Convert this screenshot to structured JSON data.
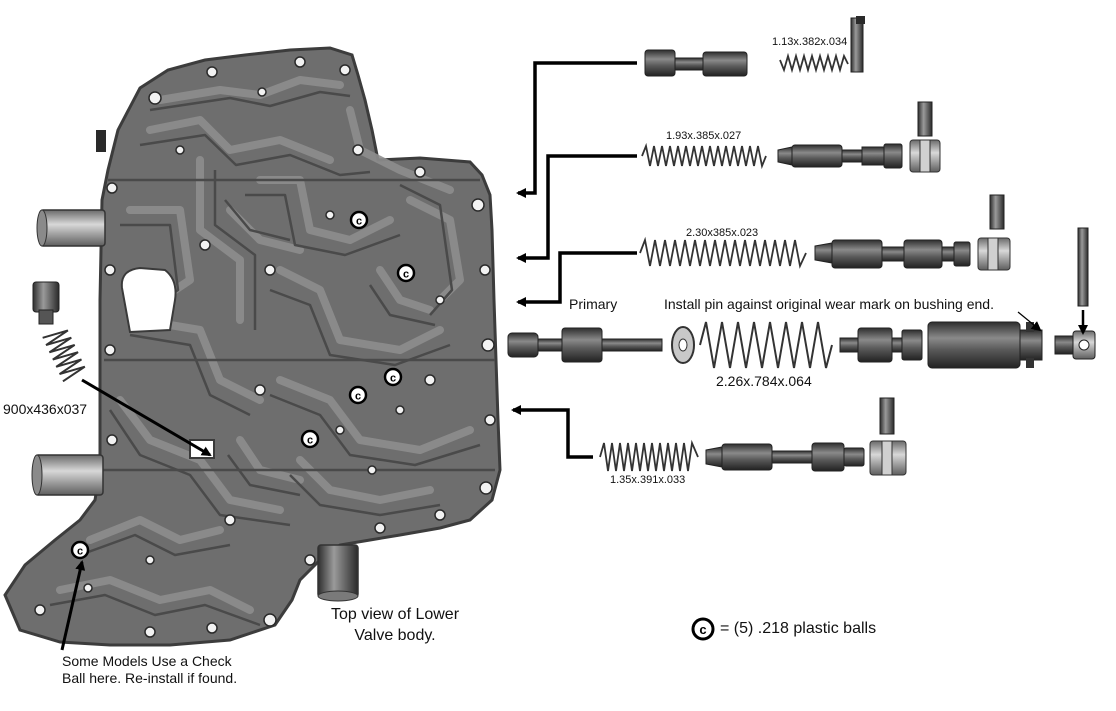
{
  "labels": {
    "spring_1": "1.13x.382x.034",
    "spring_2": "1.93x.385x.027",
    "spring_3": "2.30x385x.023",
    "primary": "Primary",
    "install_pin": "Install pin against original wear mark on bushing end.",
    "spring_4": "2.26x.784x.064",
    "spring_5": "1.35x.391x.033",
    "spring_left": "900x436x037",
    "top_view_line1": "Top view of Lower",
    "top_view_line2": "Valve body.",
    "check_ball_line1": "Some Models Use a Check",
    "check_ball_line2": "Ball here. Re-install if found.",
    "legend_symbol": "C",
    "legend_text": "= (5) .218 plastic balls"
  },
  "colors": {
    "casting": "#6e6e6e",
    "casting_dark": "#3c3c3c",
    "casting_light": "#9a9a9a",
    "channel": "#4a4a4a",
    "metal": "#5a5a5a",
    "metal_light": "#b0b0b0",
    "arrow": "#000000"
  }
}
